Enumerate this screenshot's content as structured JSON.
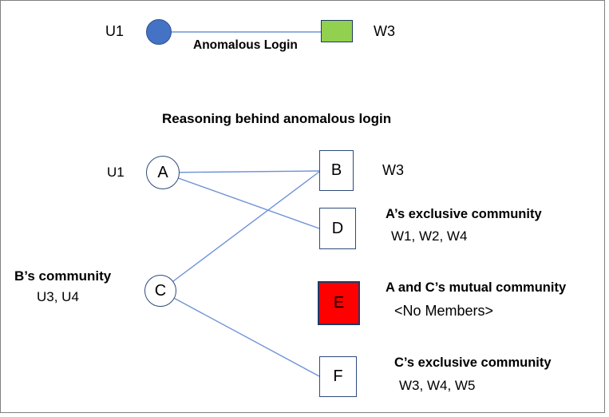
{
  "colors": {
    "edge": "#6E93D6",
    "shape_border": "#2E4A7A",
    "user_fill": "#4472C4",
    "user_border": "#2F528F",
    "resource_fill": "#92D050",
    "resource_border": "#1F3864",
    "alert_fill": "#FF0000",
    "frame_border": "#808080"
  },
  "top_section": {
    "user_label": "U1",
    "edge_label": "Anomalous Login",
    "resource_label": "W3"
  },
  "title": "Reasoning behind anomalous login",
  "bipartite": {
    "node_a": {
      "letter": "A",
      "user_label": "U1"
    },
    "node_c": {
      "letter": "C",
      "community_title": "B’s community",
      "community_members": "U3, U4"
    },
    "node_b": {
      "letter": "B",
      "resource_label": "W3"
    },
    "node_d": {
      "letter": "D",
      "community_title": "A’s exclusive community",
      "community_members": "W1, W2, W4"
    },
    "node_e": {
      "letter": "E",
      "community_title": "A and C’s mutual community",
      "community_members": "<No Members>"
    },
    "node_f": {
      "letter": "F",
      "community_title": "C’s exclusive community",
      "community_members": "W3, W4, W5"
    }
  },
  "edges": [
    {
      "from": "U1",
      "to": "W3",
      "label": "Anomalous Login"
    },
    {
      "from": "A",
      "to": "B"
    },
    {
      "from": "A",
      "to": "D"
    },
    {
      "from": "C",
      "to": "B"
    },
    {
      "from": "C",
      "to": "F"
    }
  ]
}
